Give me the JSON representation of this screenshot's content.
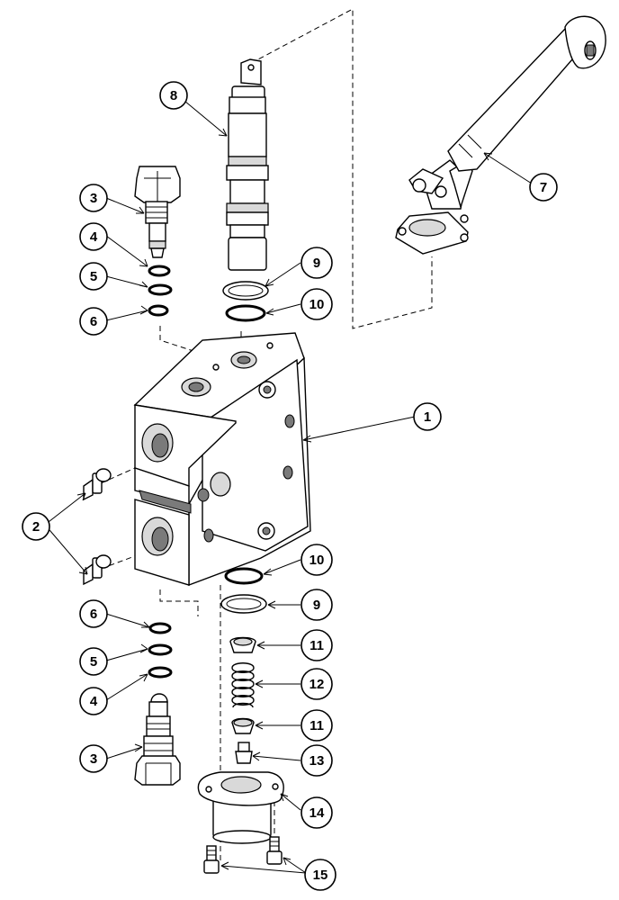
{
  "callouts": [
    {
      "id": "c1",
      "label": "1"
    },
    {
      "id": "c2",
      "label": "2"
    },
    {
      "id": "c3a",
      "label": "3"
    },
    {
      "id": "c4a",
      "label": "4"
    },
    {
      "id": "c5a",
      "label": "5"
    },
    {
      "id": "c6a",
      "label": "6"
    },
    {
      "id": "c7",
      "label": "7"
    },
    {
      "id": "c8",
      "label": "8"
    },
    {
      "id": "c9a",
      "label": "9"
    },
    {
      "id": "c10a",
      "label": "10"
    },
    {
      "id": "c10b",
      "label": "10"
    },
    {
      "id": "c9b",
      "label": "9"
    },
    {
      "id": "c11a",
      "label": "11"
    },
    {
      "id": "c12",
      "label": "12"
    },
    {
      "id": "c11b",
      "label": "11"
    },
    {
      "id": "c13",
      "label": "13"
    },
    {
      "id": "c14",
      "label": "14"
    },
    {
      "id": "c15",
      "label": "15"
    },
    {
      "id": "c6b",
      "label": "6"
    },
    {
      "id": "c5b",
      "label": "5"
    },
    {
      "id": "c4b",
      "label": "4"
    },
    {
      "id": "c3b",
      "label": "3"
    }
  ]
}
